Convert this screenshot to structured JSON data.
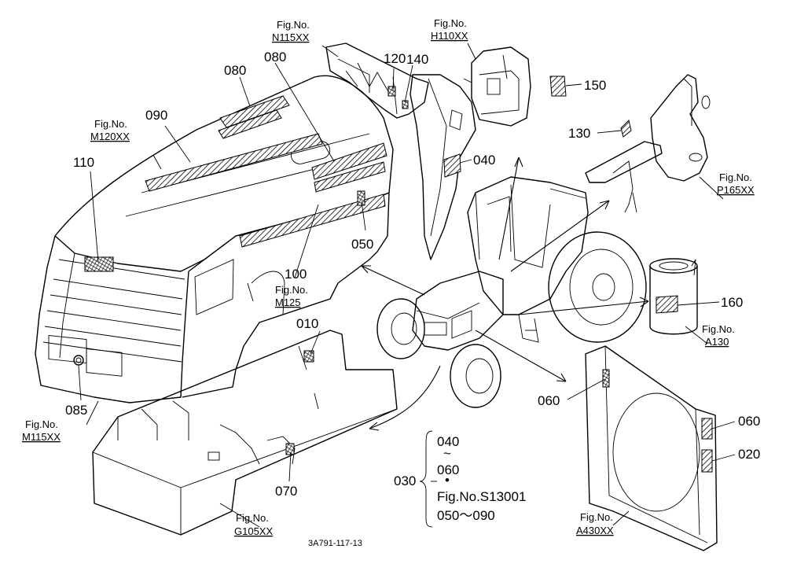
{
  "figures": {
    "n115": {
      "prefix": "Fig.No.",
      "code": "N115XX"
    },
    "h110": {
      "prefix": "Fig.No.",
      "code": "H110XX"
    },
    "m120": {
      "prefix": "Fig.No.",
      "code": "M120XX"
    },
    "p165": {
      "prefix": "Fig.No.",
      "code": "P165XX"
    },
    "m125": {
      "prefix": "Fig.No.",
      "code": "M125"
    },
    "a130": {
      "prefix": "Fig.No.",
      "code": "A130"
    },
    "m115": {
      "prefix": "Fig.No.",
      "code": "M115XX"
    },
    "g105": {
      "prefix": "Fig.No.",
      "code": "G105XX"
    },
    "a430": {
      "prefix": "Fig.No.",
      "code": "A430XX"
    }
  },
  "parts": {
    "p010": "010",
    "p020": "020",
    "p030": "030",
    "p040a": "040",
    "p050": "050",
    "p060a": "060",
    "p060b": "060",
    "p070": "070",
    "p080a": "080",
    "p080b": "080",
    "p085": "085",
    "p090": "090",
    "p100": "100",
    "p110": "110",
    "p120": "120",
    "p130": "130",
    "p140": "140",
    "p150": "150",
    "p160": "160"
  },
  "note": {
    "line1": "040",
    "line2": "~",
    "line3": "060",
    "line4": "•",
    "line5": "Fig.No.S13001",
    "line6": "050～090"
  },
  "drawing_number": "3A791-117-13"
}
